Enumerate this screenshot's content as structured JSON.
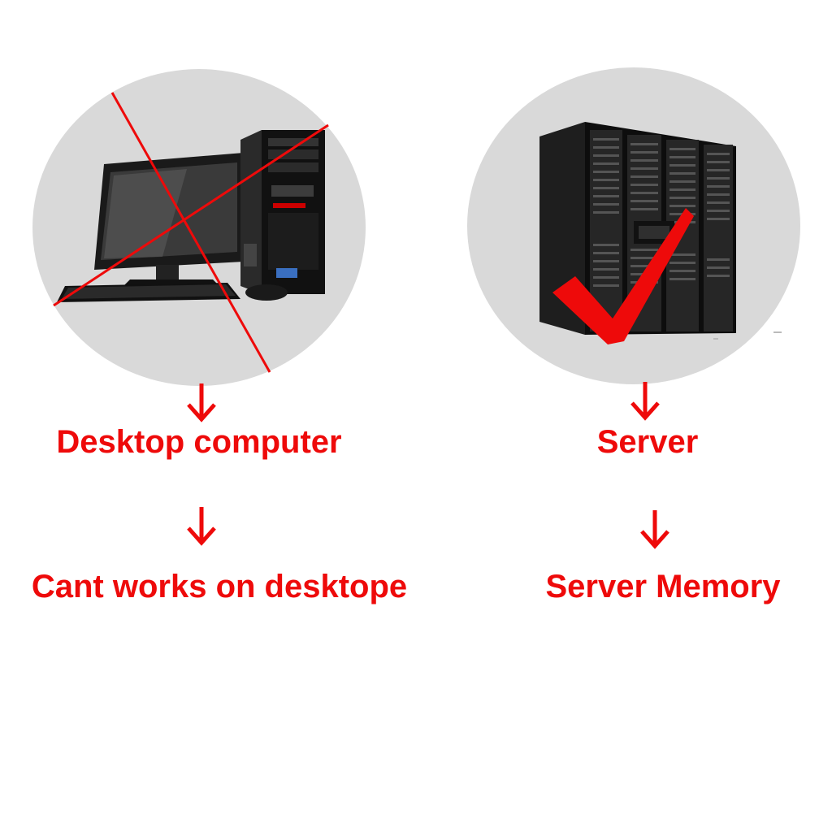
{
  "colors": {
    "accent_red": "#ee0a0a",
    "circle_grey": "#d9d9d9",
    "background": "#ffffff"
  },
  "left": {
    "image_subject": "desktop-computer",
    "status_mark": "cross",
    "heading": "Desktop computer",
    "note": "Cant works on desktope"
  },
  "right": {
    "image_subject": "server-rack",
    "status_mark": "check",
    "heading": "Server",
    "note": "Server Memory"
  }
}
